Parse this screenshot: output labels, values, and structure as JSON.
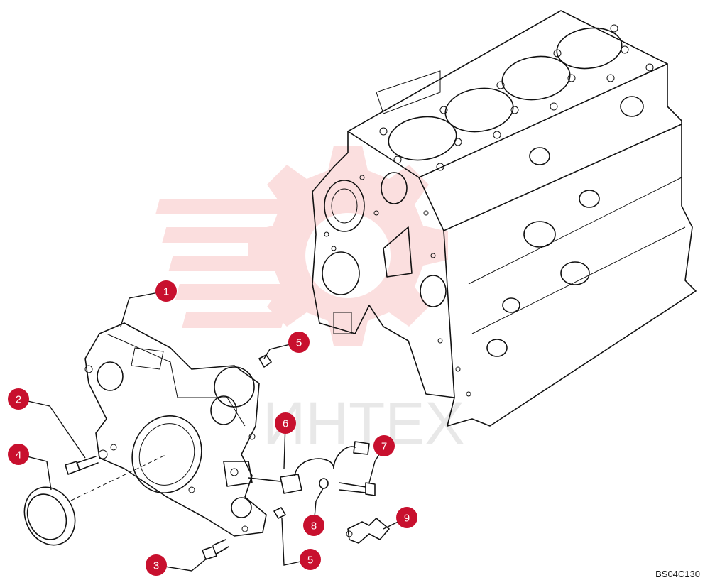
{
  "watermark": {
    "text": "ИНТЕХ",
    "color": "#f28b8b"
  },
  "callouts": [
    {
      "id": "c1",
      "label": "1"
    },
    {
      "id": "c2",
      "label": "2"
    },
    {
      "id": "c3",
      "label": "3"
    },
    {
      "id": "c4",
      "label": "4"
    },
    {
      "id": "c5a",
      "label": "5"
    },
    {
      "id": "c5b",
      "label": "5"
    },
    {
      "id": "c6",
      "label": "6"
    },
    {
      "id": "c7",
      "label": "7"
    },
    {
      "id": "c8",
      "label": "8"
    },
    {
      "id": "c9",
      "label": "9"
    }
  ],
  "callout_color": "#c8102e",
  "figure_code": "BS04C130"
}
